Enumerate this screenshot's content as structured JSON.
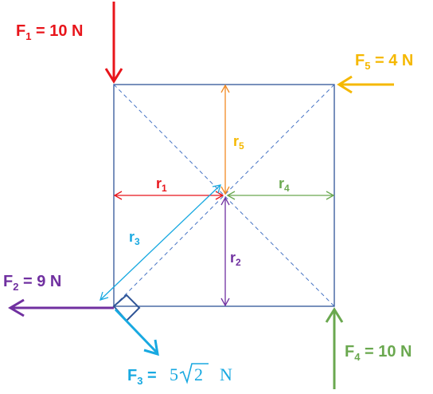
{
  "colors": {
    "square": "#2f5597",
    "diagonal": "#4472c4",
    "f1": "#e8151b",
    "f2": "#7030a0",
    "f3": "#18a9e1",
    "f4": "#6aa84f",
    "f5": "#f5b800",
    "r1": "#e8151b",
    "r2": "#7030a0",
    "r3": "#18a9e1",
    "r4": "#6aa84f",
    "r5": "#f08a24"
  },
  "forces": {
    "f1": {
      "name": "F",
      "sub": "1",
      "rest": " = 10 N"
    },
    "f2": {
      "name": "F",
      "sub": "2",
      "rest": " = 9 N"
    },
    "f3": {
      "name": "F",
      "sub": "3",
      "eq": " = ",
      "coef": "5",
      "radicand": "2",
      "unit": "N"
    },
    "f4": {
      "name": "F",
      "sub": "4",
      "rest": " = 10 N"
    },
    "f5": {
      "name": "F",
      "sub": "5",
      "rest": " = 4 N"
    }
  },
  "radii": {
    "r1": {
      "name": "r",
      "sub": "1"
    },
    "r2": {
      "name": "r",
      "sub": "2"
    },
    "r3": {
      "name": "r",
      "sub": "3"
    },
    "r4": {
      "name": "r",
      "sub": "4"
    },
    "r5": {
      "name": "r",
      "sub": "5"
    }
  }
}
